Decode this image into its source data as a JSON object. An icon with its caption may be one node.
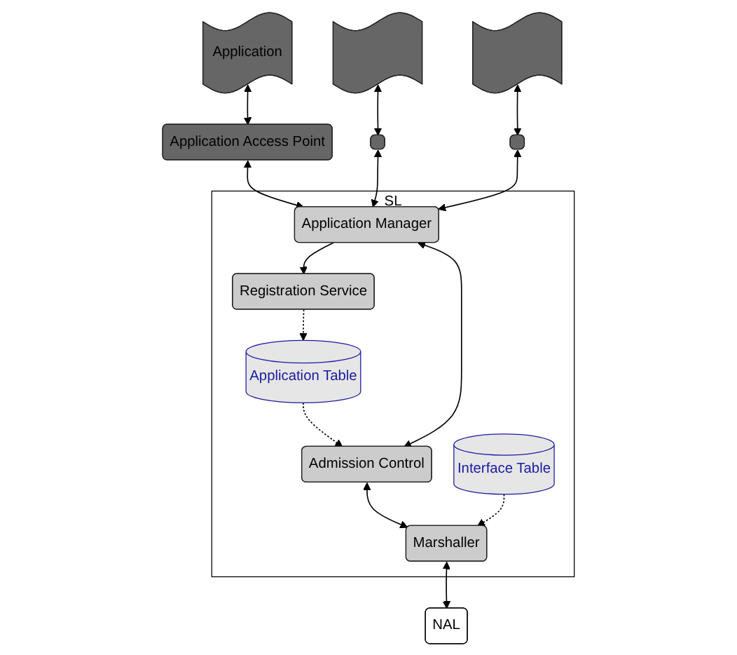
{
  "diagram": {
    "nodes": [
      {
        "text": [
          "Application"
        ]
      },
      {
        "text": [],
        "shape": "flag"
      },
      {
        "text": [],
        "shape": "flag"
      },
      {
        "text": [
          "Application Access Point"
        ]
      },
      {
        "text": [],
        "shape": "box"
      },
      {
        "text": [],
        "shape": "box"
      },
      {
        "text": [
          "SL"
        ]
      },
      {
        "text": [
          "Application Manager"
        ],
        "in": 6
      },
      {
        "text": [
          "Registration Service"
        ],
        "in": 6
      },
      {
        "text": [
          "Application Table"
        ],
        "in": 6
      },
      {
        "text": [
          "Admission Control"
        ],
        "in": 6
      },
      {
        "text": [
          "Interface Table"
        ],
        "in": 6
      },
      {
        "text": [
          "Marshaller"
        ],
        "in": 6
      },
      {
        "text": [
          "NAL"
        ]
      }
    ],
    "edges": [
      {
        "from": 0,
        "to": 3,
        "arrow": "both"
      },
      {
        "from": 1,
        "to": 4,
        "arrow": "both"
      },
      {
        "from": 2,
        "to": 5,
        "arrow": "both"
      },
      {
        "from": 3,
        "to": 7,
        "arrow": "both"
      },
      {
        "from": 4,
        "to": 7,
        "arrow": "both"
      },
      {
        "from": 5,
        "to": 7,
        "arrow": "both"
      },
      {
        "from": 7,
        "to": 8,
        "arrow": "to"
      },
      {
        "from": 8,
        "to": 9,
        "arrow": "to",
        "style": "dashed"
      },
      {
        "from": 9,
        "to": 10,
        "arrow": "to",
        "style": "dashed"
      },
      {
        "from": 7,
        "to": 10,
        "arrow": "both"
      },
      {
        "from": 10,
        "to": 12,
        "arrow": "both"
      },
      {
        "from": 11,
        "to": 12,
        "arrow": "to",
        "style": "dashed"
      },
      {
        "from": 12,
        "to": 13,
        "arrow": "both"
      }
    ]
  }
}
